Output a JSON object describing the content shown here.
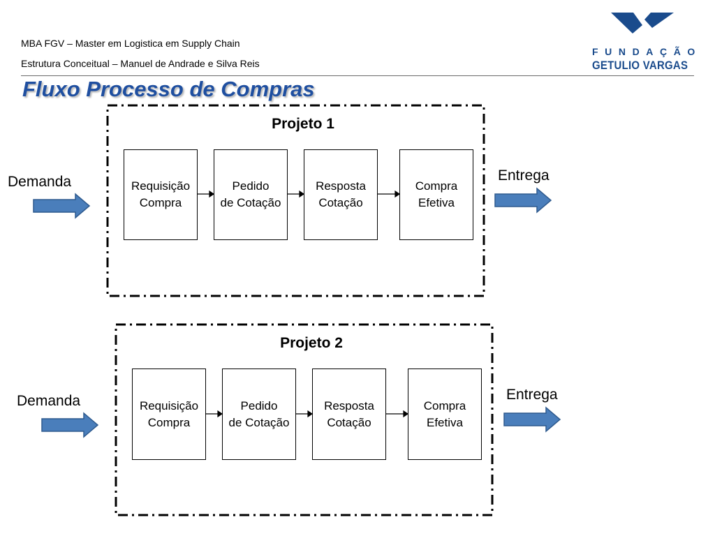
{
  "header": {
    "line1": "MBA FGV – Master em Logistica em Supply Chain",
    "line2": "Estrutura Conceitual – Manuel de Andrade e Silva Reis",
    "title": "Fluxo Processo de Compras"
  },
  "logo": {
    "line1": "FUNDAÇÃO",
    "line2": "GETULIO VARGAS",
    "color": "#1a4b8c"
  },
  "colors": {
    "title": "#1f4fa0",
    "arrow_fill": "#4a7ebb",
    "arrow_stroke": "#2e5a8e"
  },
  "projects": [
    {
      "title": "Projeto 1",
      "input_label": "Demanda",
      "output_label": "Entrega",
      "steps": [
        {
          "line1": "Requisição",
          "line2": "Compra"
        },
        {
          "line1": "Pedido",
          "line2": "de Cotação"
        },
        {
          "line1": "Resposta",
          "line2": "Cotação"
        },
        {
          "line1": "Compra",
          "line2": "Efetiva"
        }
      ]
    },
    {
      "title": "Projeto 2",
      "input_label": "Demanda",
      "output_label": "Entrega",
      "steps": [
        {
          "line1": "Requisição",
          "line2": "Compra"
        },
        {
          "line1": "Pedido",
          "line2": "de Cotação"
        },
        {
          "line1": "Resposta",
          "line2": "Cotação"
        },
        {
          "line1": "Compra",
          "line2": "Efetiva"
        }
      ]
    }
  ]
}
